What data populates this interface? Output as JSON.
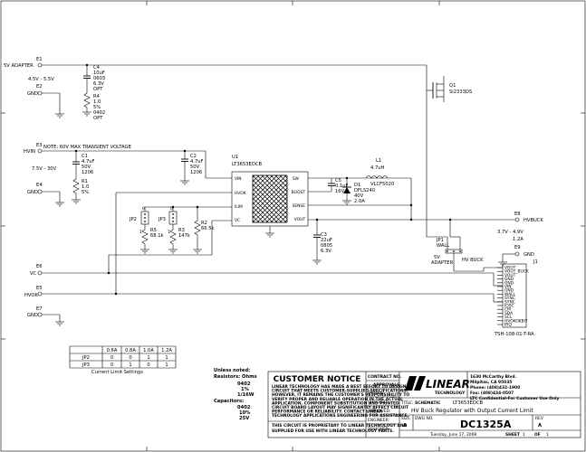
{
  "connectors": {
    "E1": {
      "ref": "E1",
      "label": "5V ADAPTER"
    },
    "E2": {
      "ref": "E2",
      "label": "GND"
    },
    "E3": {
      "ref": "E3",
      "label": "HVIN"
    },
    "E4": {
      "ref": "E4",
      "label": "GND"
    },
    "E5": {
      "ref": "E5",
      "label": "HVOK"
    },
    "E6": {
      "ref": "E6",
      "label": "VC"
    },
    "E7": {
      "ref": "E7",
      "label": "GND"
    },
    "E8": {
      "ref": "E8",
      "label": "HVBUCK"
    },
    "E9": {
      "ref": "E9",
      "label": "GND"
    }
  },
  "rails": {
    "adapter_range": "4.5V - 5.5V",
    "hvin_range": "7.5V - 30V",
    "hvbuck_range": "3.7V - 4.9V",
    "hvbuck_current": "1.2A",
    "hvin_note": "NOTE: 60V MAX TRANSIENT VOLTAGE"
  },
  "components": {
    "C4": {
      "ref": "C4",
      "lines": [
        "10uF",
        "0603",
        "6.3V",
        "OPT"
      ]
    },
    "R4": {
      "ref": "R4",
      "lines": [
        "1.0",
        "5%",
        "0402",
        "OPT"
      ]
    },
    "C1": {
      "ref": "C1",
      "lines": [
        "4.7uF",
        "50V",
        "1206"
      ]
    },
    "R1": {
      "ref": "R1",
      "lines": [
        "1.0",
        "5%"
      ]
    },
    "C2": {
      "ref": "C2",
      "lines": [
        "4.7uF",
        "50V",
        "1206"
      ]
    },
    "U1": {
      "ref": "U1",
      "part": "LT3653EDCB",
      "pins_left": [
        "VIN",
        "HVOK",
        "ILIM",
        "VC"
      ],
      "pins_right": [
        "SW",
        "BOOST",
        "SENSE",
        "VOUT"
      ]
    },
    "C5": {
      "ref": "C5",
      "lines": [
        "0.1uF",
        "16V"
      ]
    },
    "L1": {
      "ref": "L1",
      "lines": [
        "4.7uH",
        "VLCF5020"
      ]
    },
    "D1": {
      "ref": "D1",
      "lines": [
        "DFLS240",
        "40V",
        "2.0A"
      ]
    },
    "C3": {
      "ref": "C3",
      "lines": [
        "22uF",
        "0805",
        "6.3V"
      ]
    },
    "R2": {
      "ref": "R2",
      "lines": [
        "66.5k"
      ]
    },
    "R5": {
      "ref": "R5",
      "lines": [
        "68.1k"
      ]
    },
    "R3": {
      "ref": "R3",
      "lines": [
        "147k"
      ]
    },
    "JP2": {
      "ref": "JP2",
      "pin0": "0",
      "pin1": "1"
    },
    "JP3": {
      "ref": "JP3",
      "pin0": "0",
      "pin1": "1"
    },
    "Q1": {
      "ref": "Q1",
      "part": "Si2333DS"
    },
    "JP1": {
      "ref": "JP1",
      "lines": [
        "WALL",
        "HV BUCK",
        "5V",
        "ADAPTER"
      ]
    },
    "J1": {
      "ref": "J1",
      "part": "TSH-108-01-T-RA",
      "pins": [
        "VOUT",
        "VOUT_BUCK",
        "VOUT",
        "GND",
        "GND",
        "VIN",
        "GND",
        "WALL",
        "SYNC",
        "SYNC",
        "IOSC",
        "CM",
        "SDA",
        "SCL",
        "HVOKOKBIT",
        "IRQ"
      ]
    }
  },
  "table": {
    "headers": [
      "",
      "0.6A",
      "0.8A",
      "1.0A",
      "1.2A"
    ],
    "rows": [
      [
        "JP2",
        "0",
        "0",
        "1",
        "1"
      ],
      [
        "JP3",
        "0",
        "1",
        "0",
        "1"
      ]
    ],
    "caption": "Current Limit Settings"
  },
  "notes": {
    "unless": "Unless noted:",
    "resistors": "Resistors: Ohms",
    "res_lines": [
      "0402",
      "1%",
      "1/16W"
    ],
    "capacitors": "Capacitors:",
    "cap_lines": [
      "0402",
      "10%",
      "25V"
    ]
  },
  "title_block": {
    "notice_title": "CUSTOMER NOTICE",
    "notice_lines": [
      "LINEAR TECHNOLOGY HAS MADE A BEST EFFORT TO DESIGN A",
      "CIRCUIT THAT MEETS CUSTOMER-SUPPLIED SPECIFICATIONS;",
      "HOWEVER, IT REMAINS THE CUSTOMER'S RESPONSIBILITY TO",
      "VERIFY PROPER AND RELIABLE OPERATION IN THE ACTUAL",
      "APPLICATION. COMPONENT SUBSTITUTION AND PRINTED",
      "CIRCUIT BOARD LAYOUT MAY SIGNIFICANTLY AFFECT CIRCUIT",
      "PERFORMANCE OR RELIABILITY. CONTACT LINEAR",
      "TECHNOLOGY APPLICATIONS ENGINEERING FOR ASSISTANCE."
    ],
    "proprietary": [
      "THIS CIRCUIT IS PROPRIETARY TO LINEAR TECHNOLOGY AND",
      "SUPPLIED FOR USE WITH LINEAR TECHNOLOGY PARTS."
    ],
    "contract_no": "CONTRACT NO.",
    "approvals": "APPROVALS",
    "drawn": "DRAWN:",
    "checked": "CHECKED:",
    "approved": "APPROVED:",
    "engineer": "ENGINEER:",
    "designer": "DESIGNER:",
    "logo_text": "LINEAR",
    "logo_sub": "TECHNOLOGY",
    "address": [
      "1630 McCarthy Blvd.",
      "Milpitas, CA 95035",
      "Phone: (408)432-1900",
      "Fax: (408)434-0507"
    ],
    "confidential": "LTC Confidential-For Customer Use Only",
    "title_label": "TITLE:",
    "schematic_label": "SCHEMATIC",
    "title_line1": "LT3653EDCB",
    "title_line2": "HV Buck Regulator with Output Current Limit",
    "size_label": "SIZE",
    "size": "A",
    "dwg_label": "DWG NO.",
    "dwg": "DC1325A",
    "rev_label": "REV",
    "rev": "A",
    "date": "Tuesday, June 17, 2008",
    "sheet_label": "SHEET",
    "sheet_num": "1",
    "of_label": "OF",
    "sheet_total": "1"
  }
}
